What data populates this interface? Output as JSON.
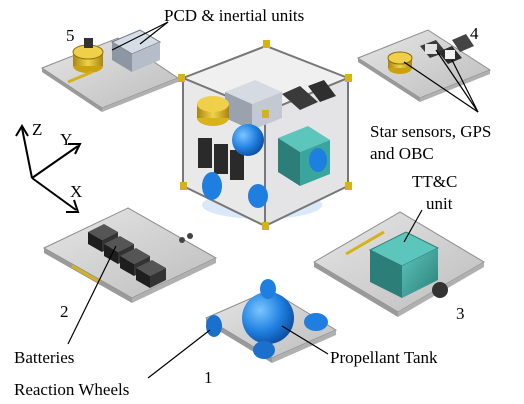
{
  "labels": {
    "pcd": "PCD & inertial units",
    "star_line1": "Star sensors, GPS",
    "star_line2": "and OBC",
    "ttc_line1": "TT&C",
    "ttc_line2": "unit",
    "batteries": "Batteries",
    "propellant": "Propellant Tank",
    "reaction": "Reaction Wheels"
  },
  "panel_numbers": {
    "p1": "1",
    "p2": "2",
    "p3": "3",
    "p4": "4",
    "p5": "5"
  },
  "axes": {
    "z": "Z",
    "y": "Y",
    "x": "X"
  },
  "colors": {
    "panel": "#d9d9d9",
    "panel_edge": "#8c8c8c",
    "gold": "#d6b21a",
    "blue": "#1f7fe0",
    "teal": "#3aa59c",
    "battery": "#2a2a2a"
  }
}
